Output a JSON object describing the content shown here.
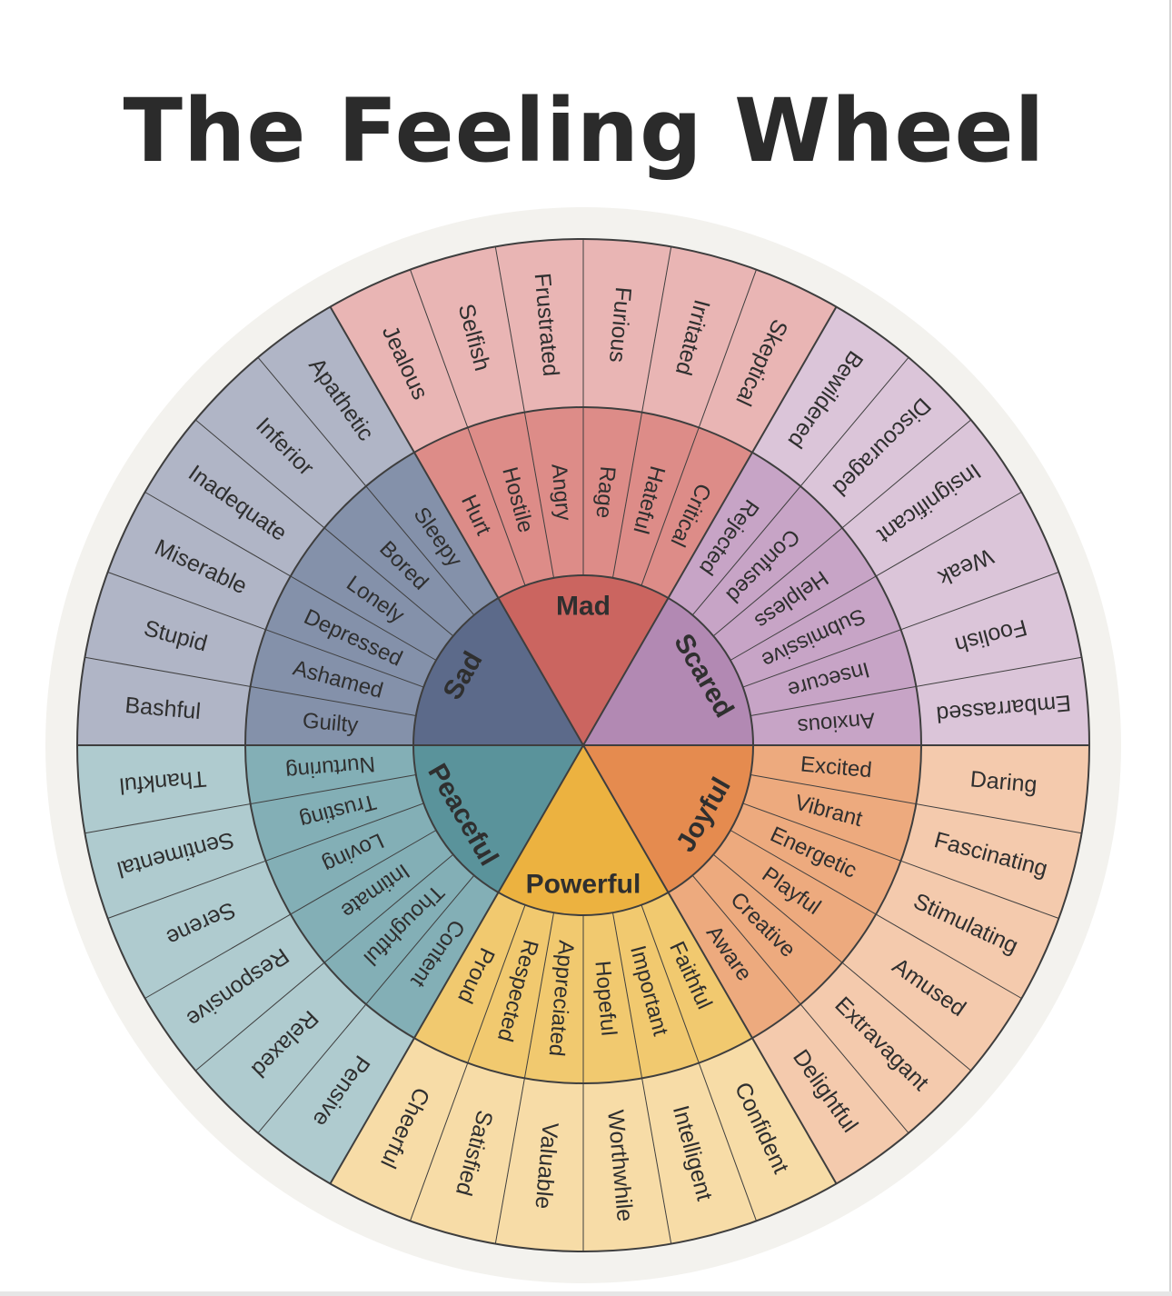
{
  "title": "The Feeling Wheel",
  "colors": {
    "backdrop": "#f3f2ee",
    "divider": "#3e3e3e",
    "text": "#2f2f2f"
  },
  "emotions": [
    {
      "name": "Mad",
      "colors": {
        "core": "#cb6560",
        "middle": "#dd8c88",
        "outer": "#e9b5b4"
      },
      "middle": [
        "Hurt",
        "Hostile",
        "Angry",
        "Rage",
        "Hateful",
        "Critical"
      ],
      "outer": [
        "Jealous",
        "Selfish",
        "Frustrated",
        "Furious",
        "Irritated",
        "Skeptical"
      ]
    },
    {
      "name": "Scared",
      "colors": {
        "core": "#b289b3",
        "middle": "#c7a4c6",
        "outer": "#dbc5d9"
      },
      "middle": [
        "Rejected",
        "Confused",
        "Helpless",
        "Submissive",
        "Insecure",
        "Anxious"
      ],
      "outer": [
        "Bewildered",
        "Discouraged",
        "Insignificant",
        "Weak",
        "Foolish",
        "Embarrassed"
      ]
    },
    {
      "name": "Joyful",
      "colors": {
        "core": "#e58b4f",
        "middle": "#edaa7e",
        "outer": "#f4caad"
      },
      "middle": [
        "Excited",
        "Vibrant",
        "Energetic",
        "Playful",
        "Creative",
        "Aware"
      ],
      "outer": [
        "Daring",
        "Fascinating",
        "Stimulating",
        "Amused",
        "Extravagant",
        "Delightful"
      ]
    },
    {
      "name": "Powerful",
      "colors": {
        "core": "#ecb240",
        "middle": "#f1c96f",
        "outer": "#f7dca7"
      },
      "middle": [
        "Faithful",
        "Important",
        "Hopeful",
        "Appreciated",
        "Respected",
        "Proud"
      ],
      "outer": [
        "Confident",
        "Intelligent",
        "Worthwhile",
        "Valuable",
        "Satisfied",
        "Cheerful"
      ]
    },
    {
      "name": "Peaceful",
      "colors": {
        "core": "#5a939b",
        "middle": "#83afb6",
        "outer": "#afcbcf"
      },
      "middle": [
        "Content",
        "Thoughtful",
        "Intimate",
        "Loving",
        "Trusting",
        "Nurturing"
      ],
      "outer": [
        "Pensive",
        "Relaxed",
        "Responsive",
        "Serene",
        "Sentimental",
        "Thankful"
      ]
    },
    {
      "name": "Sad",
      "colors": {
        "core": "#5c6a8a",
        "middle": "#8491aa",
        "outer": "#b0b5c6"
      },
      "middle": [
        "Guilty",
        "Ashamed",
        "Depressed",
        "Lonely",
        "Bored",
        "Sleepy"
      ],
      "outer": [
        "Bashful",
        "Stupid",
        "Miserable",
        "Inadequate",
        "Inferior",
        "Apathetic"
      ]
    }
  ]
}
